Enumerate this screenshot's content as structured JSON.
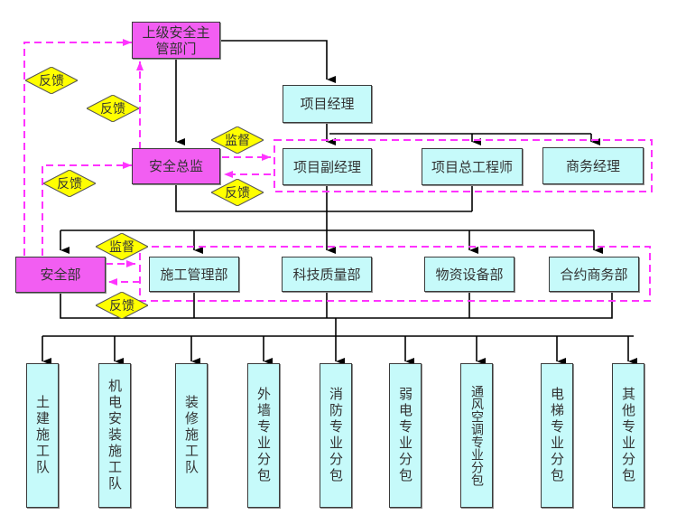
{
  "diagram": {
    "top_authority": "上级安全主管部门",
    "safety_director": "安全总监",
    "project_manager": "项目经理",
    "management_group": [
      "项目副经理",
      "项目总工程师",
      "商务经理"
    ],
    "safety_department": "安全部",
    "departments": [
      "施工管理部",
      "科技质量部",
      "物资设备部",
      "合约商务部"
    ],
    "teams": [
      "土建施工队",
      "机电安装施工队",
      "装修施工队",
      "外墙专业分包",
      "消防专业分包",
      "弱电专业分包",
      "通风空调专业分包",
      "电梯专业分包",
      "其他专业分包"
    ],
    "labels": {
      "feedback": "反馈",
      "supervision": "监督"
    },
    "colors": {
      "safety_nodes": "#f25ef2",
      "management_nodes": "#c6fafa",
      "label_diamond": "#ffff00",
      "dashed_lines": "#ff33ff",
      "solid_lines": "#000000"
    }
  }
}
